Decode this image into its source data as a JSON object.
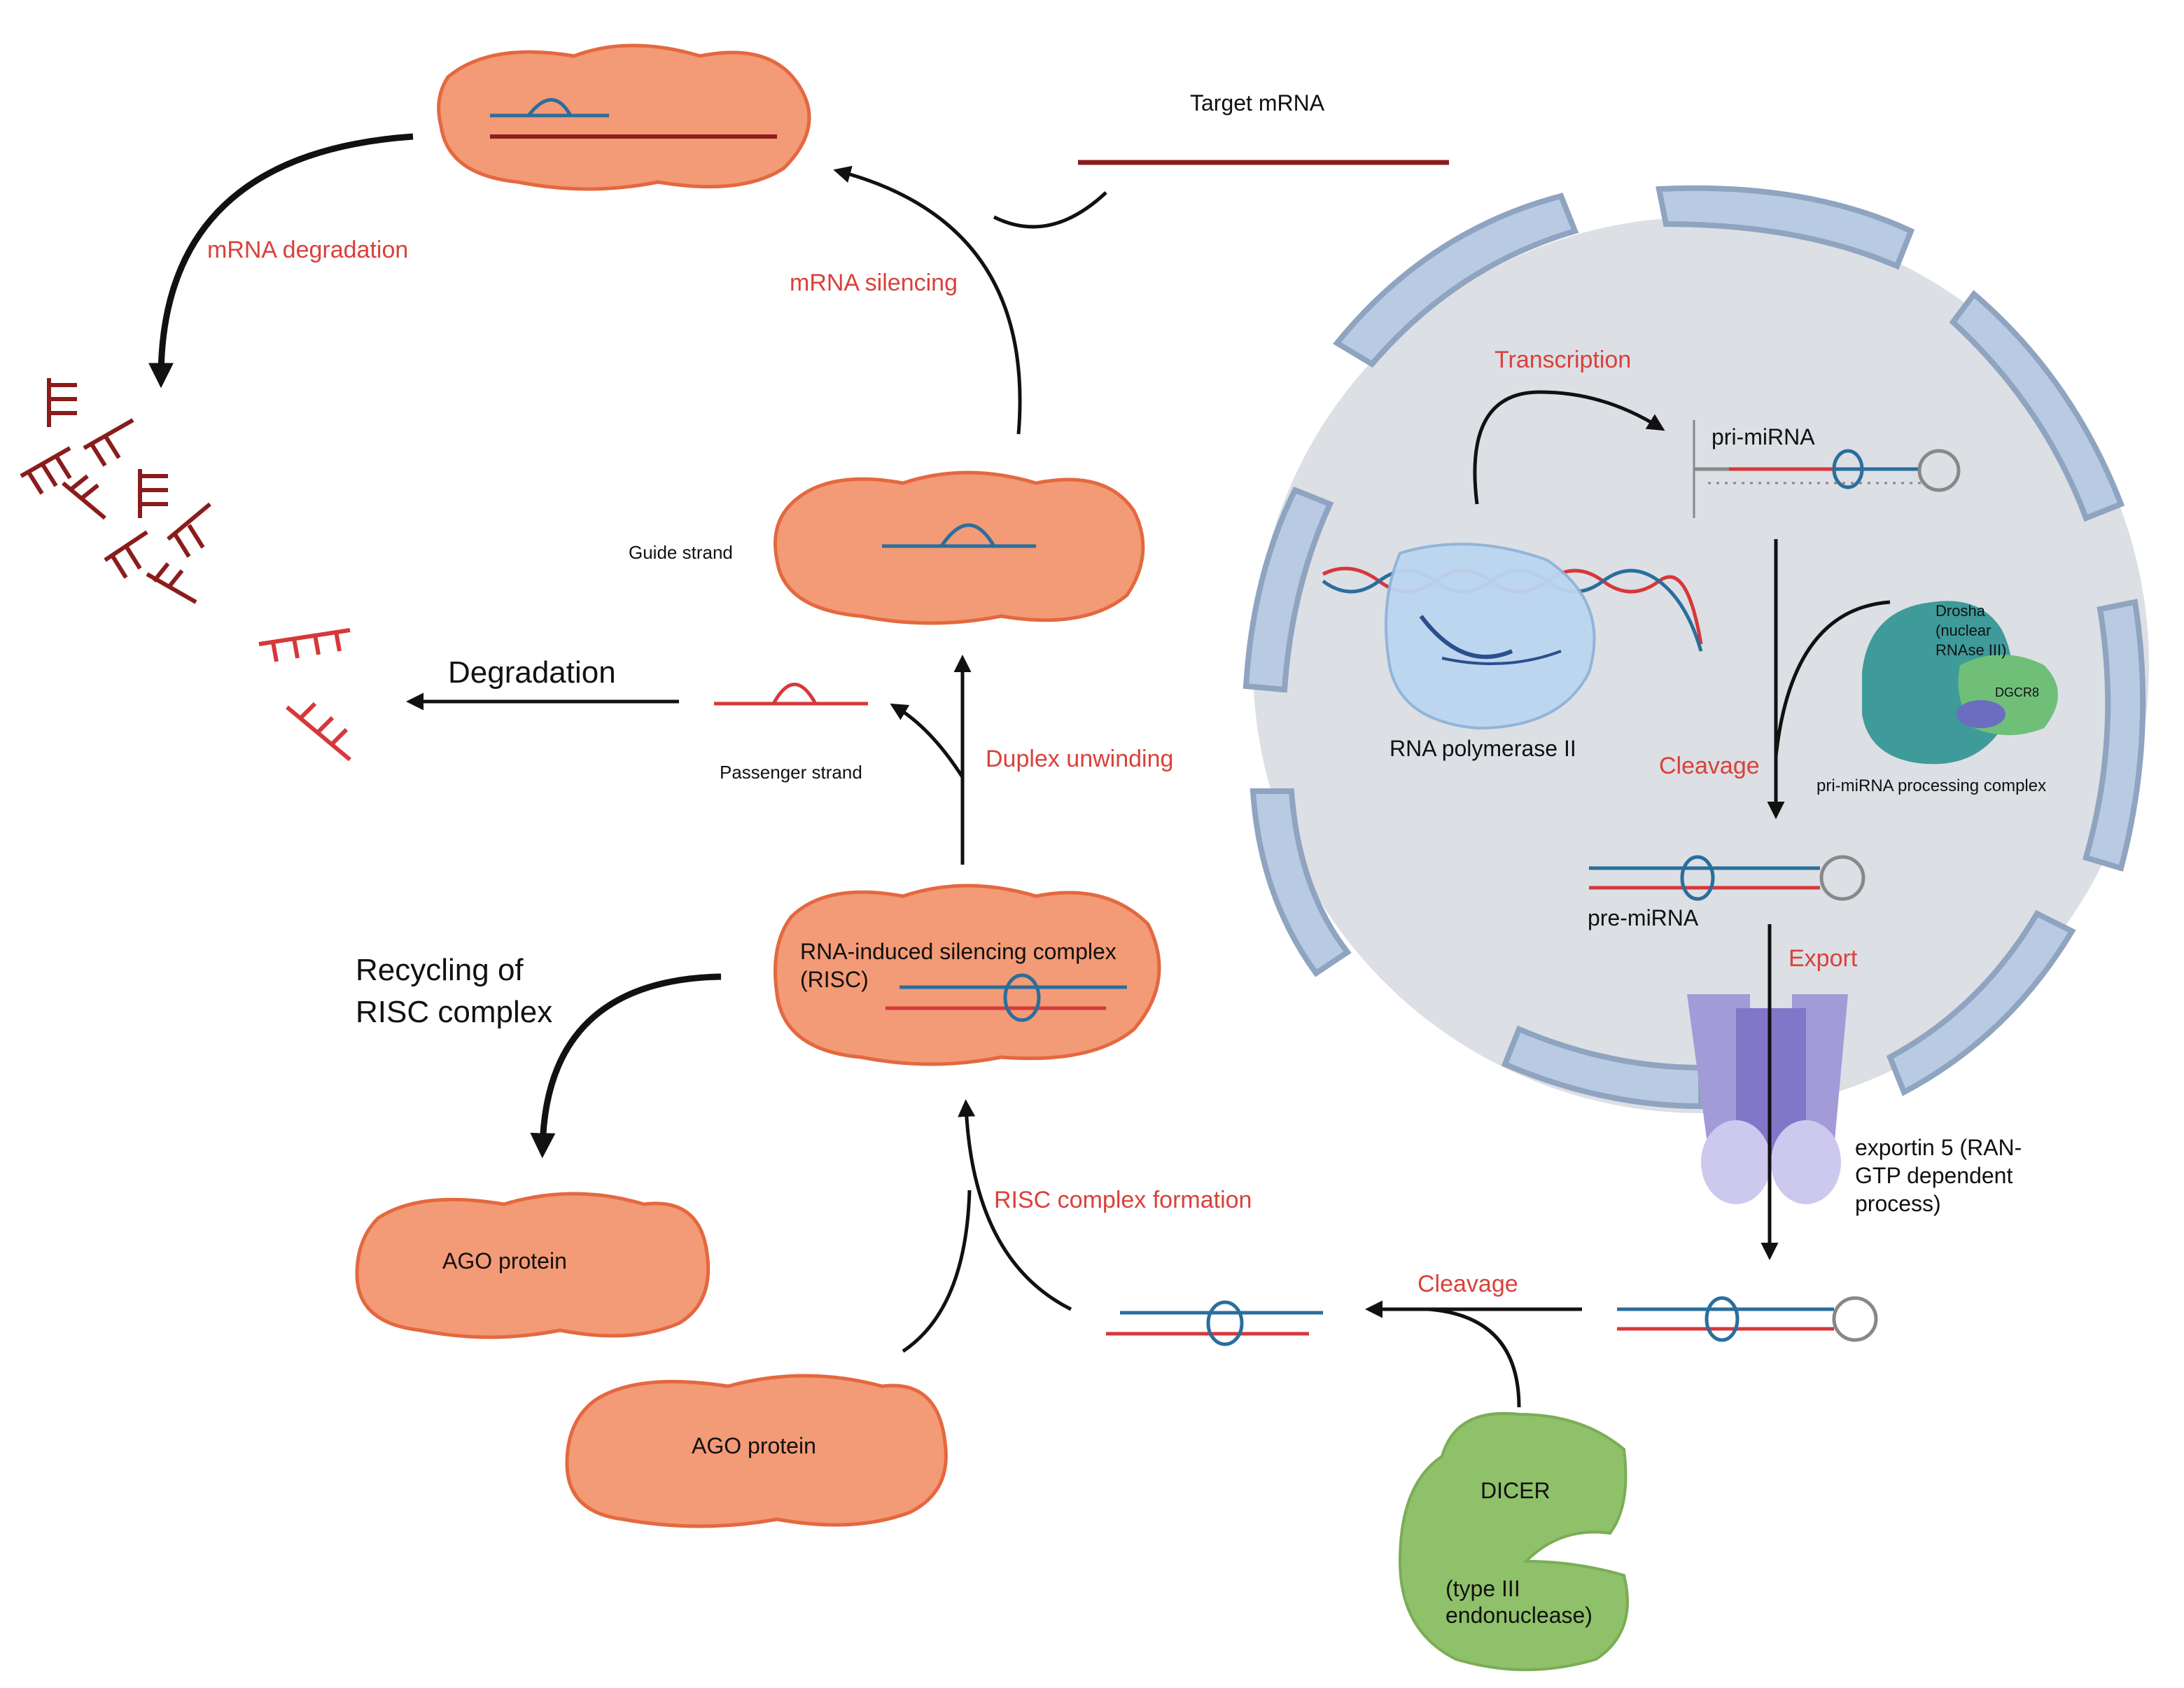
{
  "labels": {
    "target_mrna": "Target mRNA",
    "mrna_degradation": "mRNA degradation",
    "mrna_silencing": "mRNA silencing",
    "guide_strand": "Guide strand",
    "degradation": "Degradation",
    "passenger_strand": "Passenger strand",
    "duplex_unwinding": "Duplex unwinding",
    "risc_line1": "RNA-induced silencing complex",
    "risc_line2": "(RISC)",
    "recycling_line1": "Recycling of",
    "recycling_line2": "RISC complex",
    "ago_protein_1": "AGO protein",
    "ago_protein_2": "AGO protein",
    "risc_formation": "RISC complex formation",
    "cleavage_dicer": "Cleavage",
    "dicer": "DICER",
    "dicer_sub1": "(type III",
    "dicer_sub2": "endonuclease)",
    "transcription": "Transcription",
    "pri_mirna": "pri-miRNA",
    "rna_pol": "RNA polymerase II",
    "cleavage_drosha": "Cleavage",
    "drosha1": "Drosha",
    "drosha2": "(nuclear",
    "drosha3": "RNAse III)",
    "dgcr8": "DGCR8",
    "processing_complex": "pri-miRNA processing complex",
    "pre_mirna": "pre-miRNA",
    "export": "Export",
    "exportin1": "exportin 5 (RAN-",
    "exportin2": "GTP dependent",
    "exportin3": "process)"
  },
  "colors": {
    "ago_fill": "#f39a76",
    "ago_stroke": "#e4683f",
    "nucleus_fill": "#dcdfe4",
    "membrane_fill": "#b9cbe2",
    "membrane_stroke": "#8ea4c0",
    "mrna": "#8b1c1c",
    "guide": "#2a6e9c",
    "passenger": "#d6383a",
    "process_label": "#d9413b",
    "dicer_fill": "#8fc06a",
    "drosha_fill": "#3f9a9a",
    "exportin_fill": "#a39ad8",
    "polymerase_fill": "#bcd6f0"
  }
}
